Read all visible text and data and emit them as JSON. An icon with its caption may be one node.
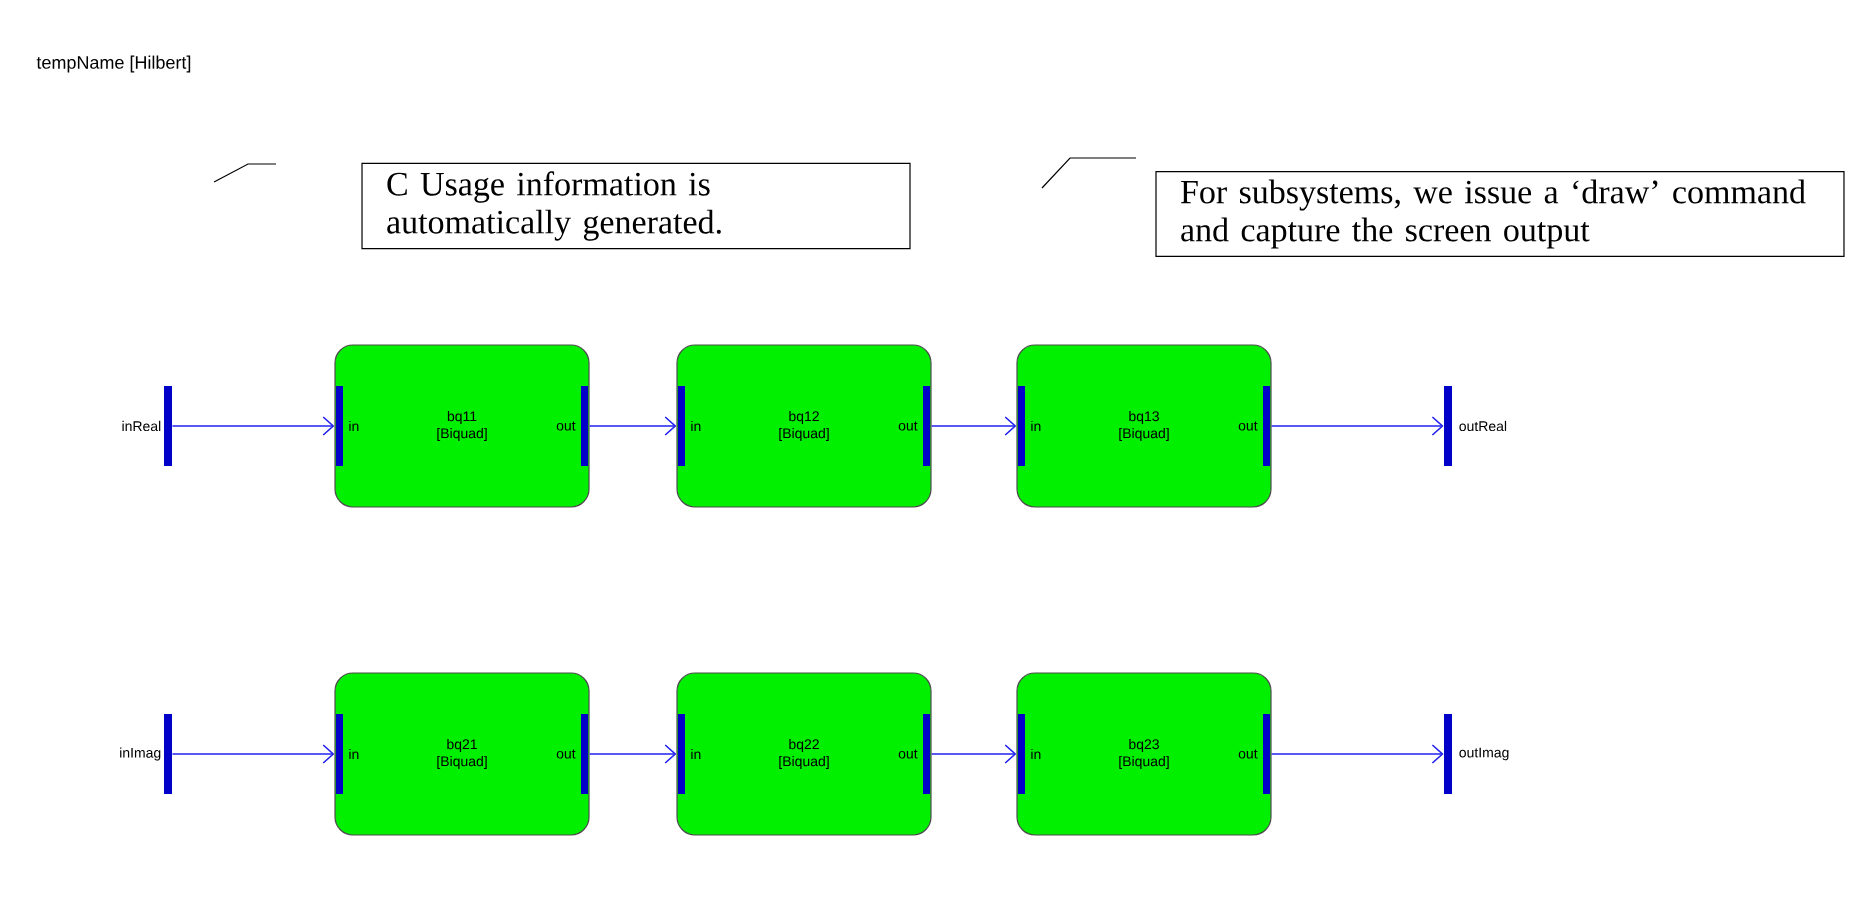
{
  "diagram": {
    "title": "tempName [Hilbert]",
    "nodes": [
      {
        "text": [
          "C Usage information is automatically generated."
        ]
      },
      {
        "text": [
          "For subsystems, we issue a ‘draw’ command and capture the screen output"
        ]
      },
      {
        "text": [],
        "shape": "bar",
        "beside": [
          "inReal"
        ]
      },
      {
        "text": [
          "bq11",
          "[Biquad]",
          "in",
          "out"
        ]
      },
      {
        "text": [
          "bq12",
          "[Biquad]",
          "in",
          "out"
        ]
      },
      {
        "text": [
          "bq13",
          "[Biquad]",
          "in",
          "out"
        ]
      },
      {
        "text": [],
        "shape": "bar",
        "beside": [
          "outReal"
        ]
      },
      {
        "text": [],
        "shape": "bar",
        "beside": [
          "inImag"
        ]
      },
      {
        "text": [
          "bq21",
          "[Biquad]",
          "in",
          "out"
        ]
      },
      {
        "text": [
          "bq22",
          "[Biquad]",
          "in",
          "out"
        ]
      },
      {
        "text": [
          "bq23",
          "[Biquad]",
          "in",
          "out"
        ]
      },
      {
        "text": [],
        "shape": "bar",
        "beside": [
          "outImag"
        ]
      }
    ],
    "edges": [
      {
        "from": 2,
        "to": 3,
        "arrow": "to"
      },
      {
        "from": 3,
        "to": 4,
        "arrow": "to"
      },
      {
        "from": 4,
        "to": 5,
        "arrow": "to"
      },
      {
        "from": 5,
        "to": 6,
        "arrow": "to"
      },
      {
        "from": 7,
        "to": 8,
        "arrow": "to"
      },
      {
        "from": 8,
        "to": 9,
        "arrow": "to"
      },
      {
        "from": 9,
        "to": 10,
        "arrow": "to"
      },
      {
        "from": 10,
        "to": 11,
        "arrow": "to"
      }
    ]
  }
}
